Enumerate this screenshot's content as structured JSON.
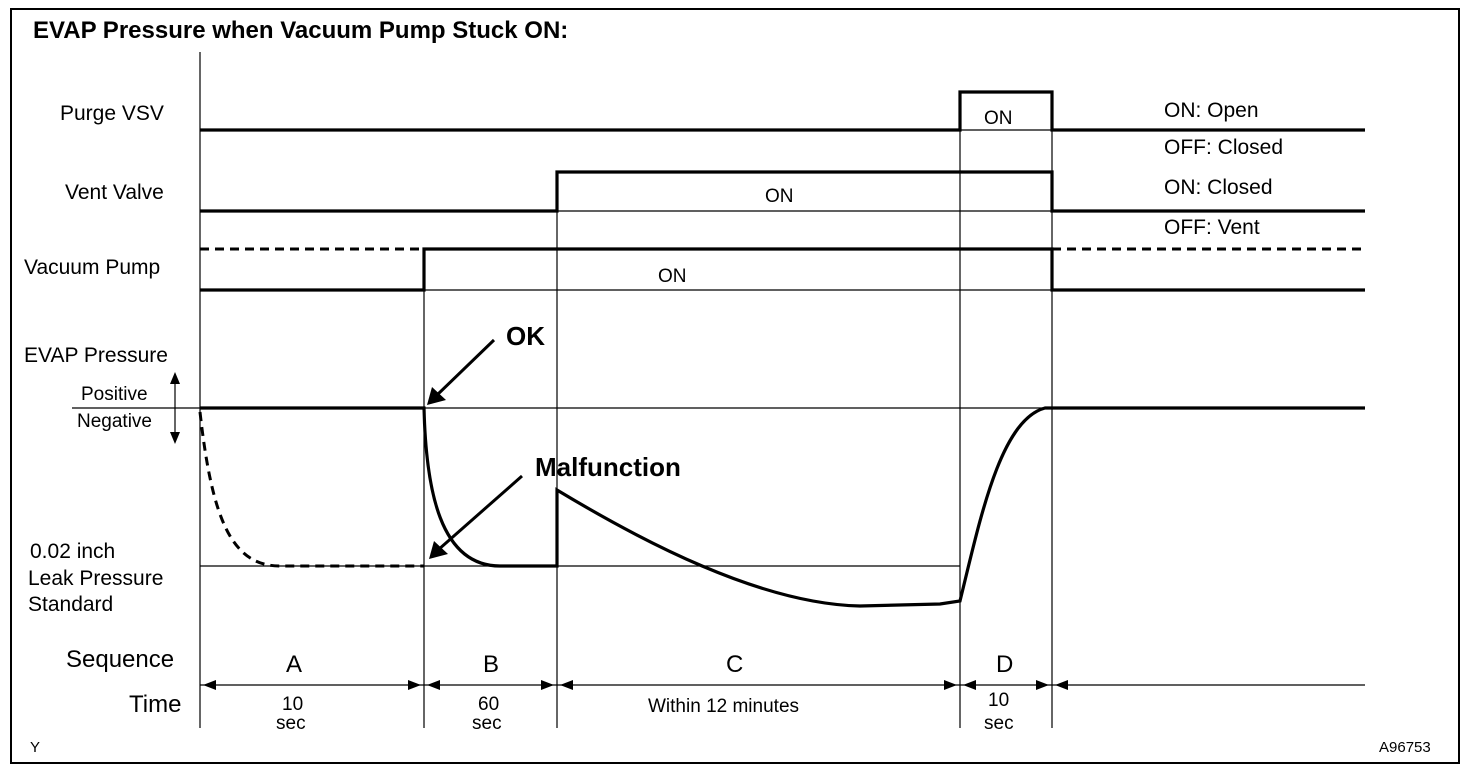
{
  "title": "EVAP Pressure when Vacuum Pump Stuck ON:",
  "signals": {
    "purge_vsv": {
      "label": "Purge VSV",
      "on_text": "ON",
      "legend_on": "ON: Open",
      "legend_off": "OFF: Closed"
    },
    "vent_valve": {
      "label": "Vent Valve",
      "on_text": "ON",
      "legend_on": "ON: Closed",
      "legend_off": "OFF: Vent"
    },
    "vacuum_pump": {
      "label": "Vacuum Pump",
      "on_text": "ON"
    }
  },
  "evap": {
    "label": "EVAP Pressure",
    "positive": "Positive",
    "negative": "Negative",
    "leak_line1": "0.02 inch",
    "leak_line2": "Leak Pressure",
    "leak_line3": "Standard",
    "ok_label": "OK",
    "malfunction_label": "Malfunction"
  },
  "sequence": {
    "label": "Sequence",
    "time_label": "Time",
    "steps": [
      {
        "name": "A",
        "time_line1": "10",
        "time_line2": "sec"
      },
      {
        "name": "B",
        "time_line1": "60",
        "time_line2": "sec"
      },
      {
        "name": "C",
        "time_line1": "Within 12 minutes",
        "time_line2": ""
      },
      {
        "name": "D",
        "time_line1": "10",
        "time_line2": "sec"
      }
    ]
  },
  "corner_left": "Y",
  "figure_id": "A96753"
}
